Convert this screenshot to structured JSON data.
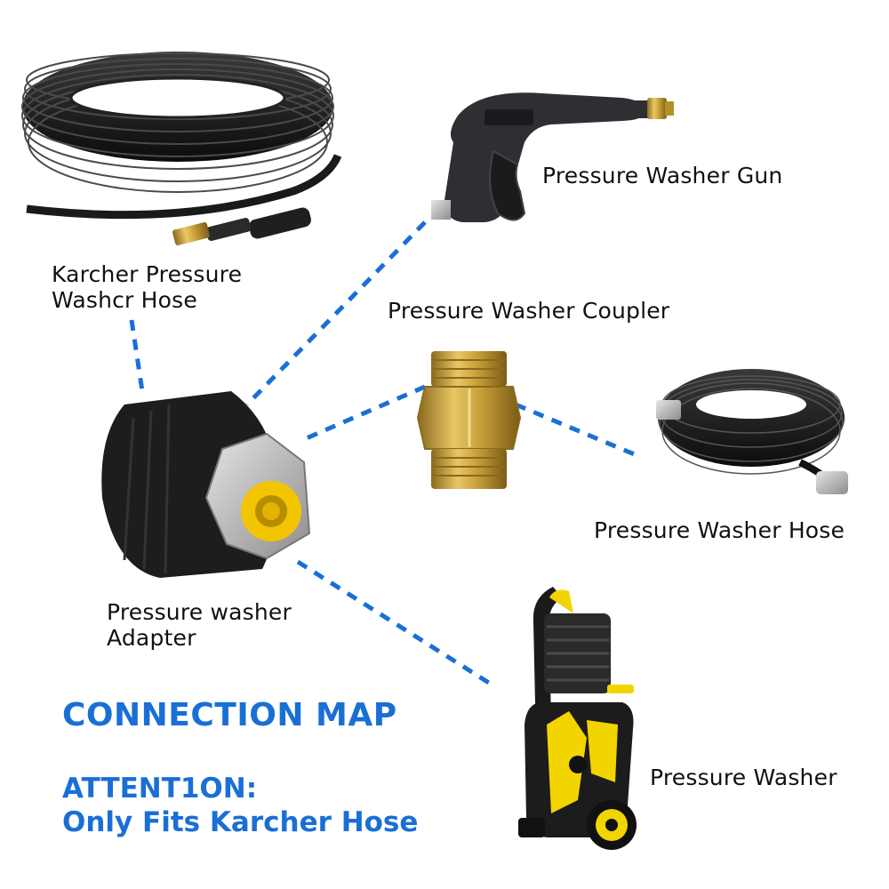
{
  "heading": "CONNECTION MAP",
  "attention": {
    "line1": "ATTENT1ON:",
    "line2": "Only Fits Karcher Hose"
  },
  "components": {
    "karcher_hose": {
      "line1": "Karcher Pressure",
      "line2": "Washcr Hose"
    },
    "gun": {
      "label": "Pressure Washer Gun"
    },
    "coupler": {
      "label": "Pressure Washer Coupler"
    },
    "hose": {
      "label": "Pressure Washer Hose"
    },
    "adapter": {
      "line1": "Pressure washer",
      "line2": "Adapter"
    },
    "washer": {
      "label": "Pressure Washer"
    }
  },
  "colors": {
    "connector_line": "#1a6fd6",
    "heading": "#1a6fd6",
    "brass": "#c9a13a",
    "machine_yellow": "#f2d400"
  }
}
